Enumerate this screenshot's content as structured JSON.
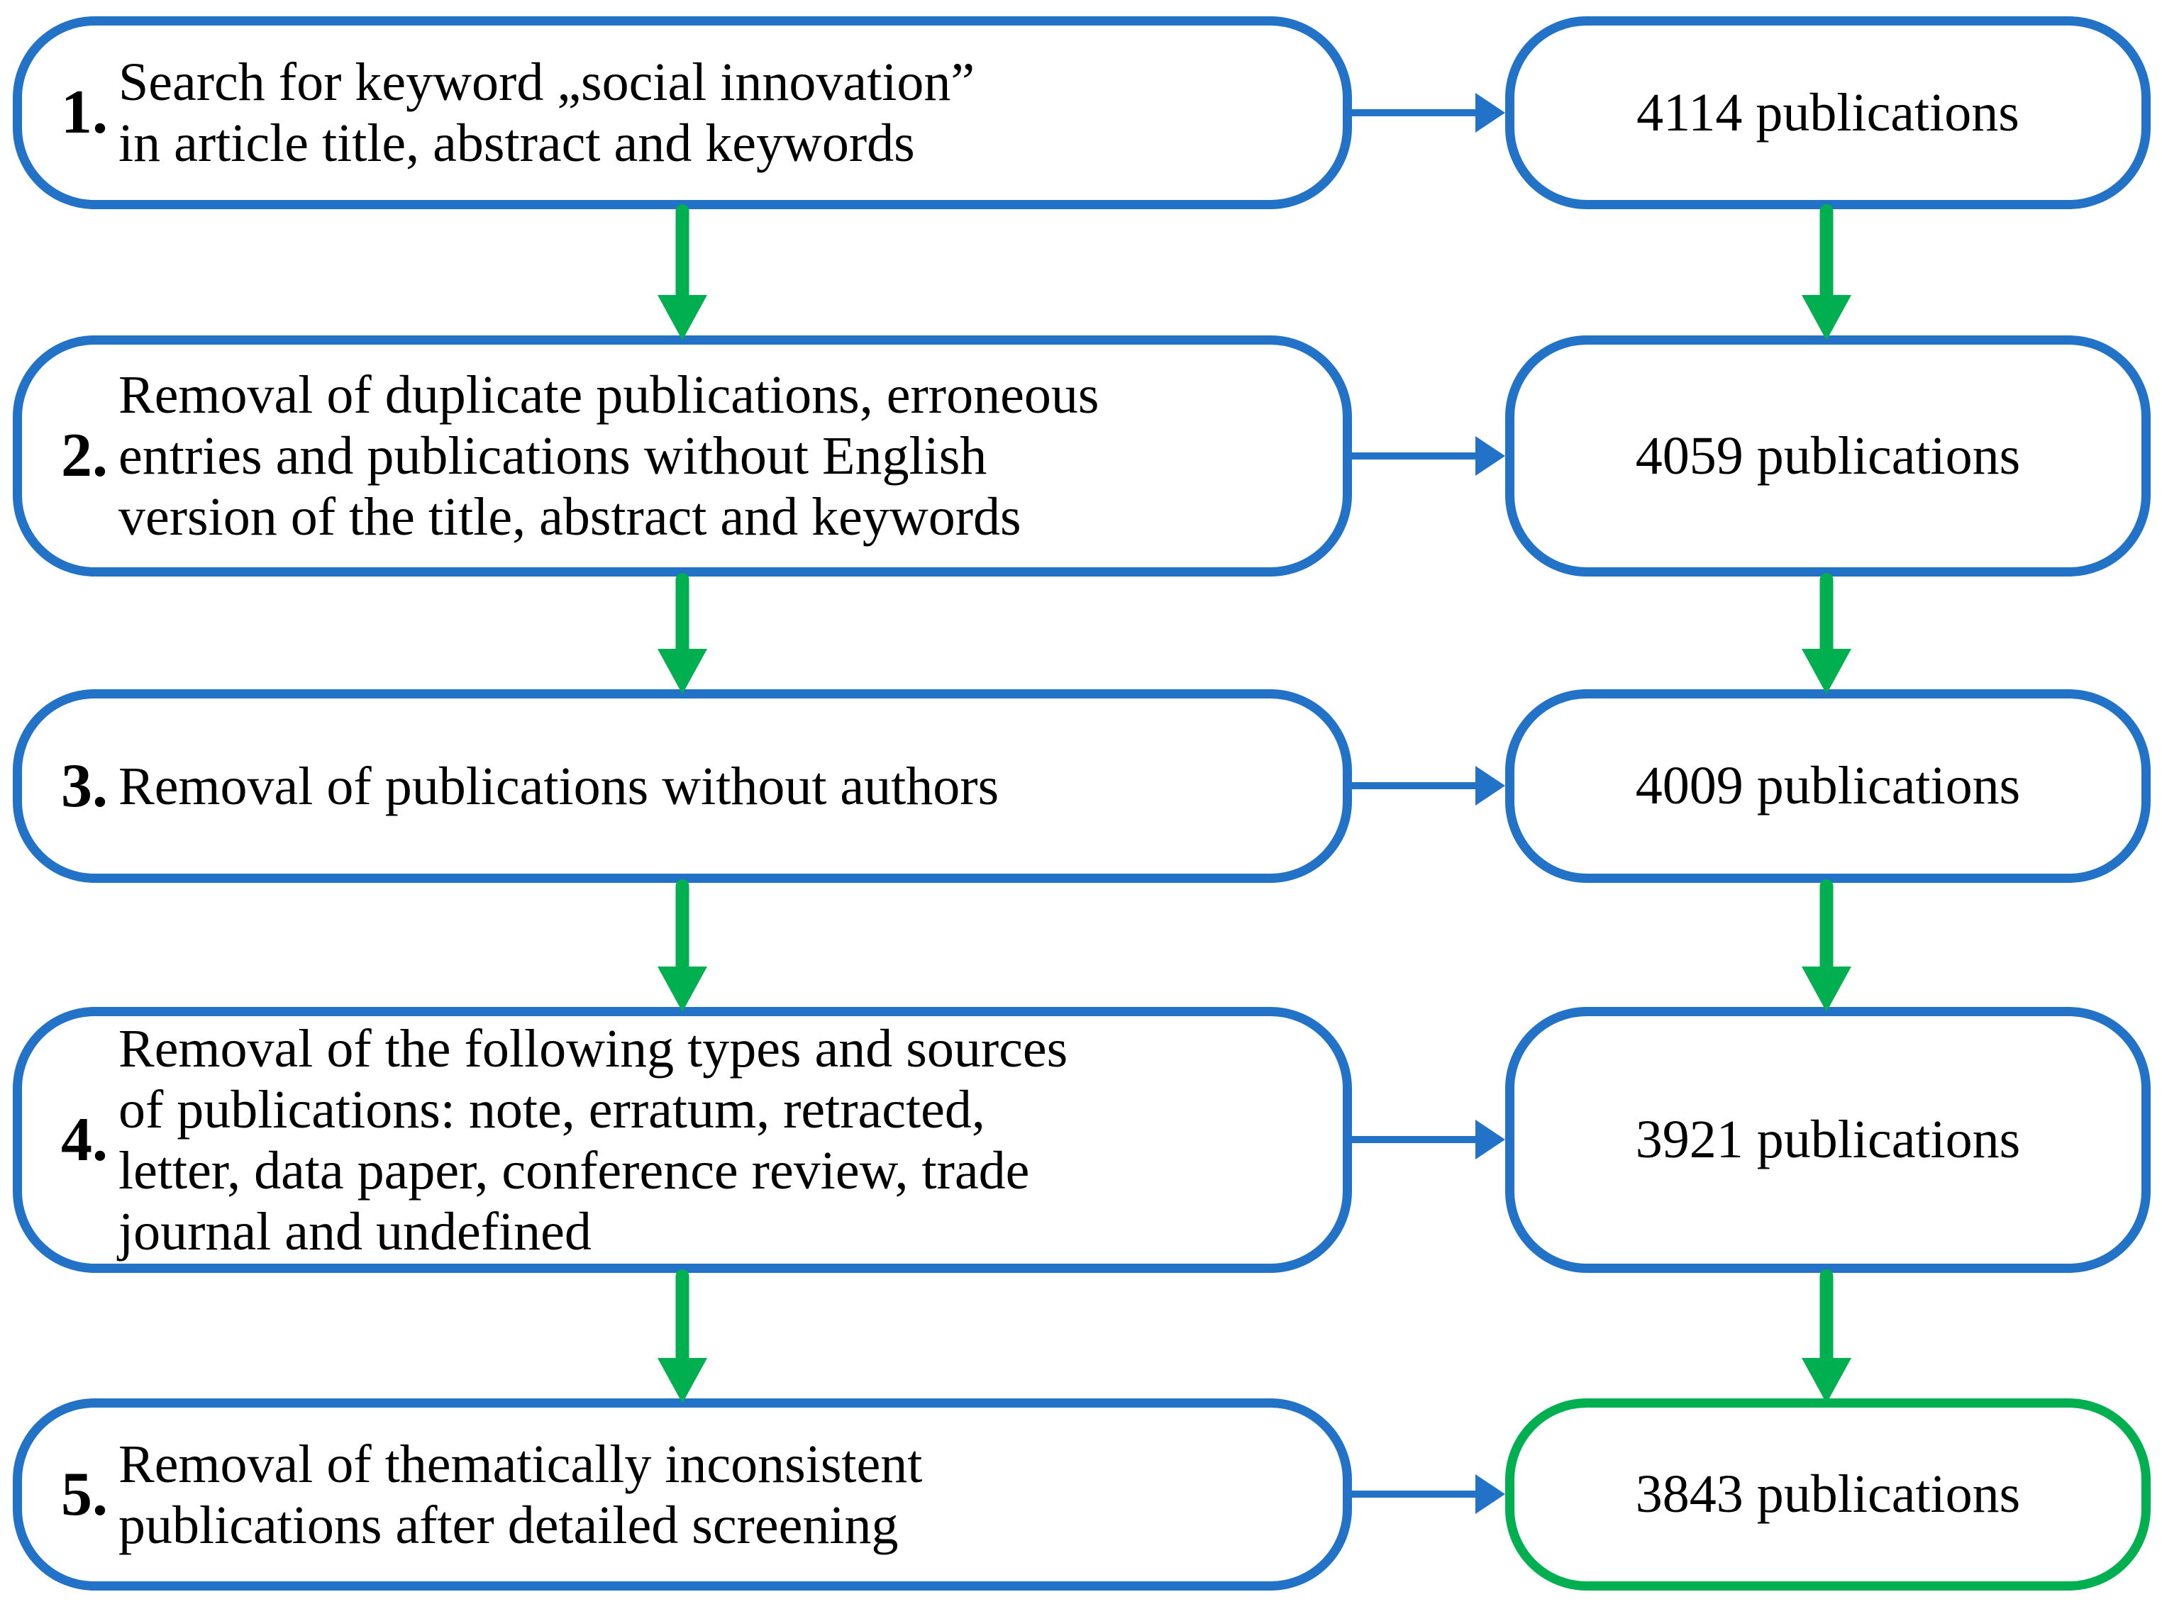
{
  "colors": {
    "blue": "#2272C8",
    "green": "#00B050",
    "text": "#000000",
    "background": "#FFFFFF"
  },
  "diagram": {
    "steps": [
      {
        "number": "1.",
        "description": "Search for keyword „social innovation”\nin article title, abstract and keywords",
        "result": "4114 publications"
      },
      {
        "number": "2.",
        "description": "Removal of duplicate publications, erroneous\nentries and publications without English\nversion of the title, abstract and keywords",
        "result": "4059 publications"
      },
      {
        "number": "3.",
        "description": "Removal of publications without authors",
        "result": "4009 publications"
      },
      {
        "number": "4.",
        "description": "Removal of the following types and sources\nof publications: note, erratum, retracted,\nletter, data paper, conference review, trade\njournal and undefined",
        "result": "3921 publications"
      },
      {
        "number": "5.",
        "description": "Removal of thematically inconsistent\npublications after detailed screening",
        "result": "3843 publications"
      }
    ]
  }
}
